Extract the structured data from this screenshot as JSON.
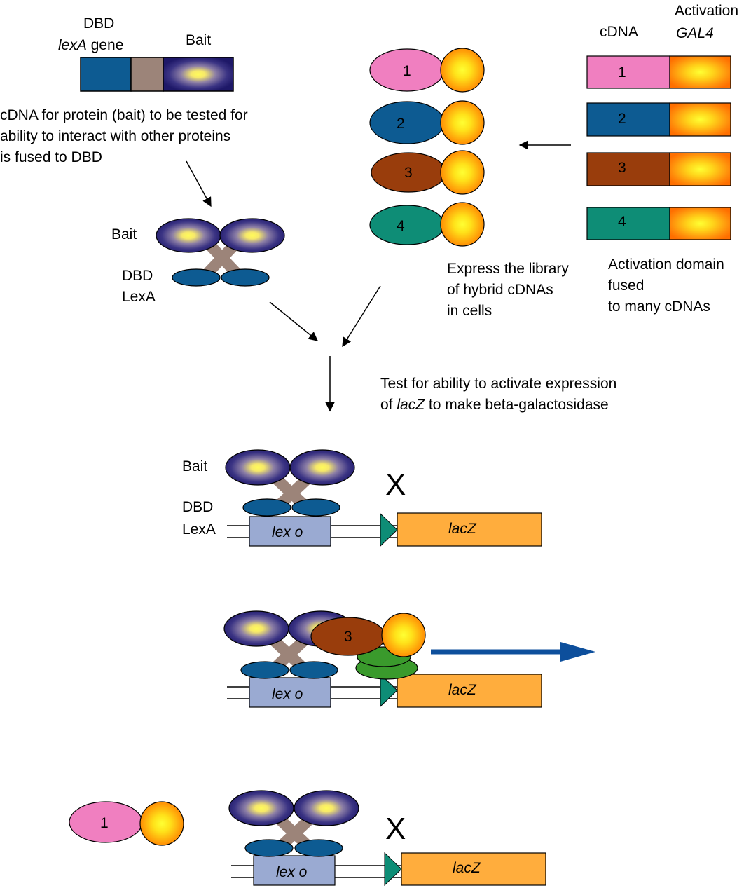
{
  "top_left": {
    "dbd": "DBD",
    "lexa_italic": "lexA",
    "lexa_gene": " gene",
    "bait": "Bait",
    "caption": [
      "cDNA for protein (bait) to be tested for",
      "ability to interact with other proteins",
      "is fused to DBD"
    ]
  },
  "dimer": {
    "bait": "Bait",
    "dbd": "DBD",
    "lexa": "LexA"
  },
  "library": {
    "cdna": "cDNA",
    "activation": "Activation",
    "gal4": "GAL4",
    "entries": [
      {
        "num": "1",
        "color": "#f07fc0"
      },
      {
        "num": "2",
        "color": "#0d5b92"
      },
      {
        "num": "3",
        "color": "#993d0c"
      },
      {
        "num": "4",
        "color": "#0e8d76"
      }
    ],
    "express_caption": [
      "Express the library",
      "of hybrid cDNAs",
      "in cells"
    ],
    "activation_caption": [
      "Activation domain",
      "fused",
      "to many cDNAs"
    ]
  },
  "test_caption": {
    "line1": "Test for ability to activate expression",
    "line2_prefix": "of ",
    "line2_italic": "lacZ",
    "line2_suffix": " to make beta-galactosidase"
  },
  "assays": {
    "bait": "Bait",
    "dbd": "DBD",
    "lexa": "LexA",
    "lexo": "lex o",
    "lacz": "lacZ",
    "x_mark": "X",
    "prey2_num": "3",
    "prey3_num": "1"
  },
  "colors": {
    "dbd_blue": "#0d5b92",
    "bait_purple": "#231c6c",
    "bait_glow": "#fff04a",
    "linker": "#9c8479",
    "gal4_orange": "#ff8800",
    "lexo_box": "#9aaad2",
    "lacz_box": "#ffad3d",
    "promoter": "#0e8d76",
    "green_factor": "#3a9a2c",
    "arrow_blue": "#0d4f9c"
  }
}
